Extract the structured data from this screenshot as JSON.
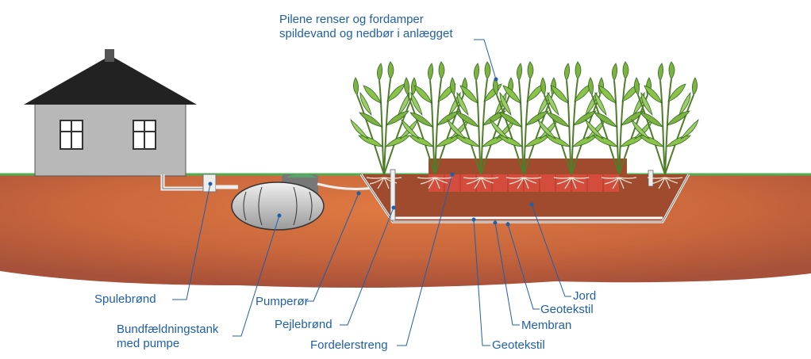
{
  "labels": {
    "pilene": [
      "Pilene renser og fordamper",
      "spildevand og nedbør i anlægget"
    ],
    "spulebroend": "Spulebrønd",
    "bundfaeldningstank": [
      "Bundfældningstank",
      "med pumpe"
    ],
    "pumperoer": "Pumperør",
    "pejlebroend": "Pejlebrønd",
    "fordelerstreng": "Fordelerstreng",
    "geotekstil_bottom": "Geotekstil",
    "membran": "Membran",
    "geotekstil_top": "Geotekstil",
    "jord": "Jord"
  },
  "colors": {
    "label_text": "#1f5fa8",
    "leader_line": "#1f5fa8",
    "soil_center": "#d9733f",
    "soil_edge": "#b85a3a",
    "bed_fill": "#a04a2e",
    "roots_zone": "#d44c3c",
    "grass": "#4caf50",
    "house_wall": "#b8b8b8",
    "roof": "#222222",
    "willow": "#6fa33a"
  }
}
